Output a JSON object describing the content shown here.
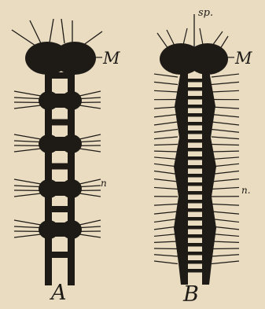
{
  "figure": {
    "diagram_a": {
      "letter": "A",
      "labels": {
        "brain": "M",
        "nerve": "n"
      }
    },
    "diagram_b": {
      "letter": "B",
      "labels": {
        "brain": "M",
        "nerve": "n.",
        "top": "sp."
      }
    }
  },
  "colors": {
    "paper": "#e9dcc1",
    "ink": "#1e1a16"
  }
}
